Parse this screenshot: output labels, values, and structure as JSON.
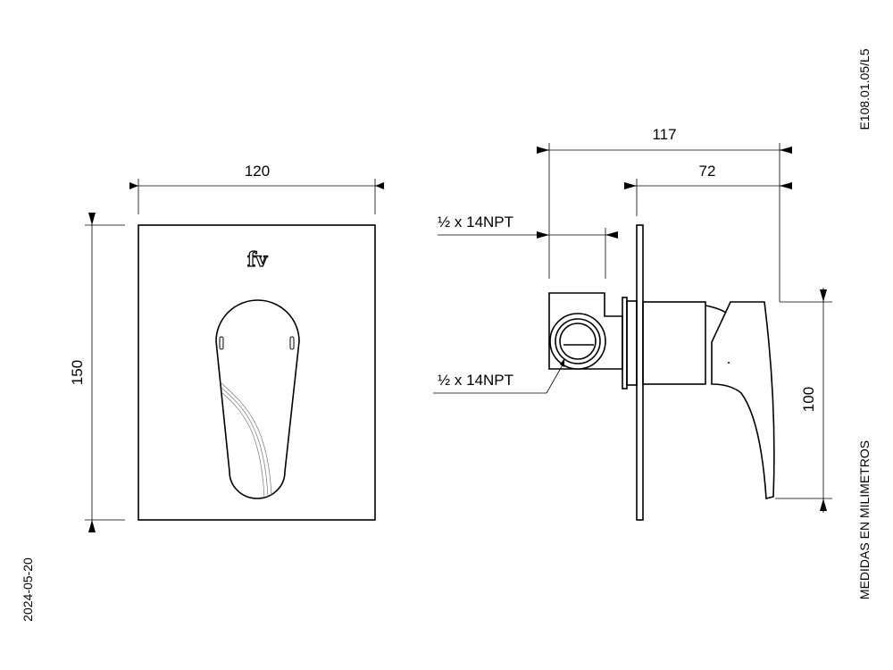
{
  "drawing": {
    "code": "E108.01.05/L5",
    "date": "2024-05-20",
    "units_note": "MEDIDAS EN MILIMETROS",
    "logo_text": "fv",
    "front_view": {
      "width_dim": "120",
      "height_dim": "150"
    },
    "side_view": {
      "total_depth_dim": "117",
      "handle_depth_dim": "72",
      "handle_height_dim": "100",
      "top_connection_label": "½ x 14NPT",
      "side_connection_label": "½ x 14NPT"
    }
  }
}
